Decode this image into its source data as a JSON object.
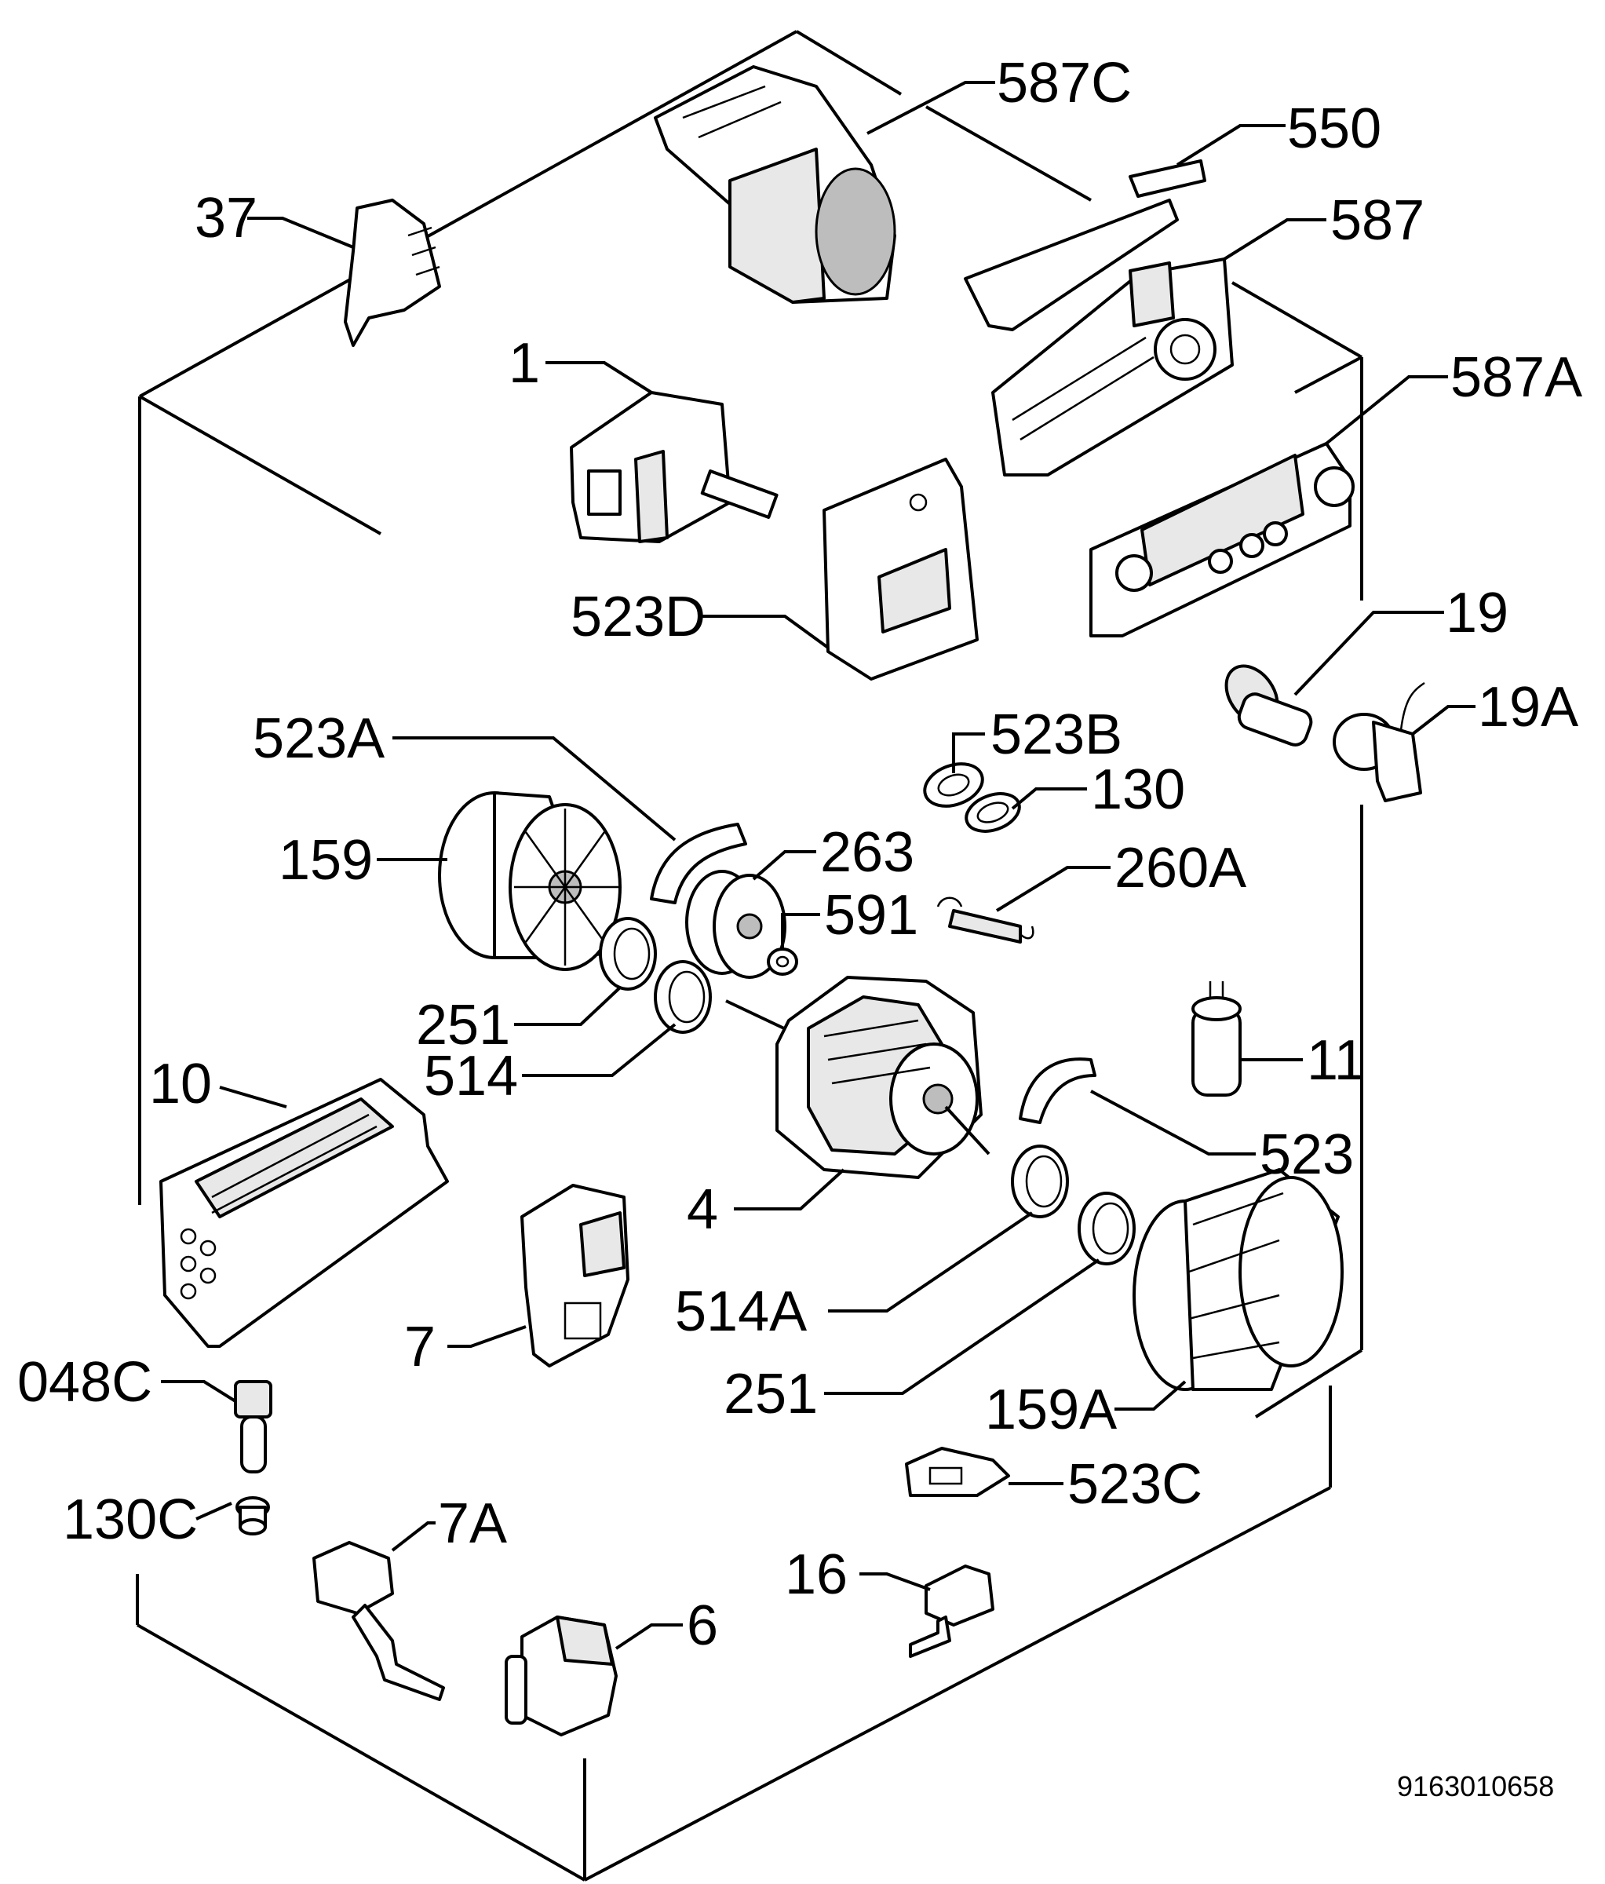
{
  "document_number": "9163010658",
  "labels": {
    "p587C": "587C",
    "p550": "550",
    "p37": "37",
    "p587": "587",
    "p1": "1",
    "p587A": "587A",
    "p523D": "523D",
    "p19": "19",
    "p19A": "19A",
    "p523A": "523A",
    "p523B": "523B",
    "p130": "130",
    "p159": "159",
    "p263": "263",
    "p260A": "260A",
    "p591": "591",
    "p251a": "251",
    "p514": "514",
    "p11": "11",
    "p10": "10",
    "p523": "523",
    "p4": "4",
    "p7": "7",
    "p514A": "514A",
    "p048C": "048C",
    "p251b": "251",
    "p159A": "159A",
    "p523C": "523C",
    "p130C": "130C",
    "p7A": "7A",
    "p16": "16",
    "p6": "6"
  }
}
